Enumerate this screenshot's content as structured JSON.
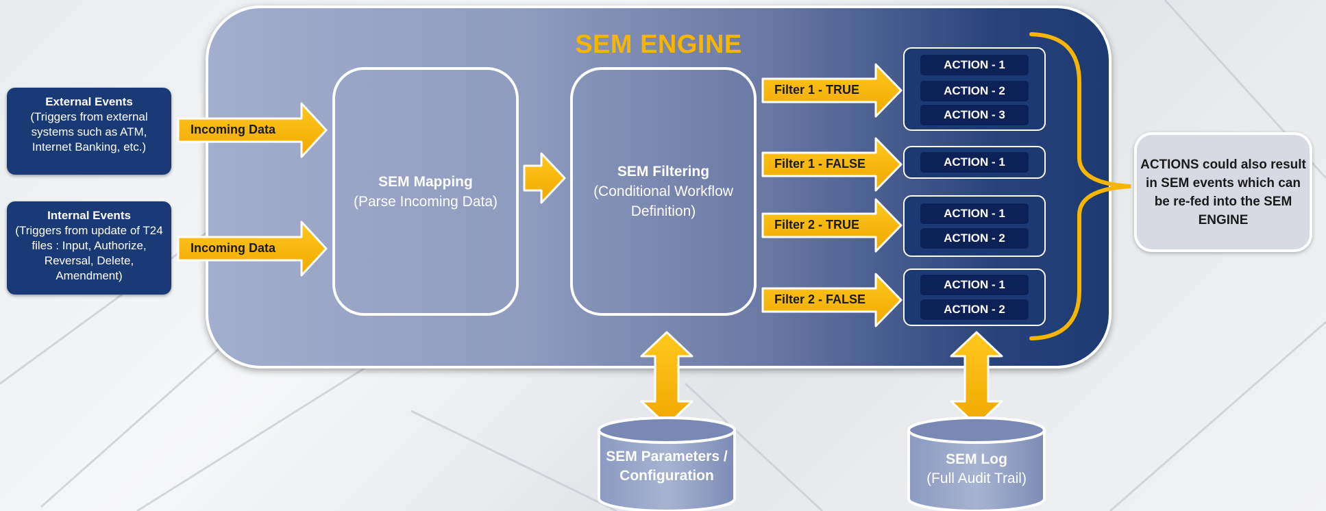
{
  "engine": {
    "title": "SEM ENGINE"
  },
  "events": [
    {
      "title": "External Events",
      "description": "(Triggers from external systems such as ATM, Internet Banking, etc.)"
    },
    {
      "title": "Internal Events",
      "description": "(Triggers from update of T24 files : Input, Authorize, Reversal, Delete, Amendment)"
    }
  ],
  "incoming_arrows": [
    "Incoming Data",
    "Incoming Data"
  ],
  "mapping": {
    "title": "SEM Mapping",
    "subtitle": "(Parse Incoming Data)"
  },
  "filtering": {
    "title": "SEM Filtering",
    "subtitle": "(Conditional Workflow Definition)"
  },
  "filters": [
    {
      "label": "Filter 1 - TRUE",
      "actions": [
        "ACTION - 1",
        "ACTION - 2",
        "ACTION - 3"
      ]
    },
    {
      "label": "Filter 1 - FALSE",
      "actions": [
        "ACTION - 1"
      ]
    },
    {
      "label": "Filter 2 - TRUE",
      "actions": [
        "ACTION - 1",
        "ACTION - 2"
      ]
    },
    {
      "label": "Filter 2 - FALSE",
      "actions": [
        "ACTION - 1",
        "ACTION - 2"
      ]
    }
  ],
  "note": "ACTIONS could also result in SEM events which can be re-fed into the SEM ENGINE",
  "parameters_db": {
    "title": "SEM Parameters / Configuration"
  },
  "log_db": {
    "title": "SEM Log",
    "subtitle": "(Full Audit Trail)"
  },
  "colors": {
    "accent": "#f7b500",
    "dark_navy": "#1a3a76",
    "action_fill": "#0c2257"
  }
}
